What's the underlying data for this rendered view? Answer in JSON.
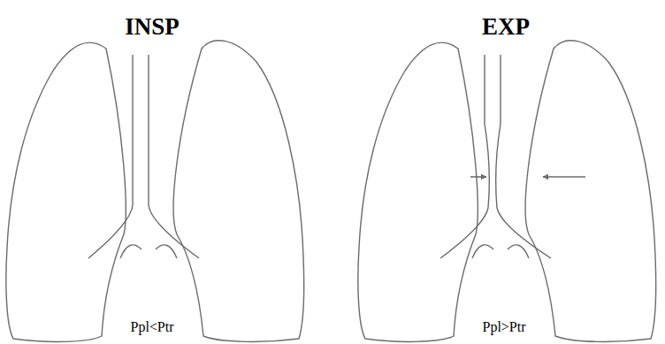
{
  "diagram": {
    "labels": [
      "INSP",
      "EXP",
      "Ppl<Ptr",
      "Ppl>Ptr"
    ]
  }
}
